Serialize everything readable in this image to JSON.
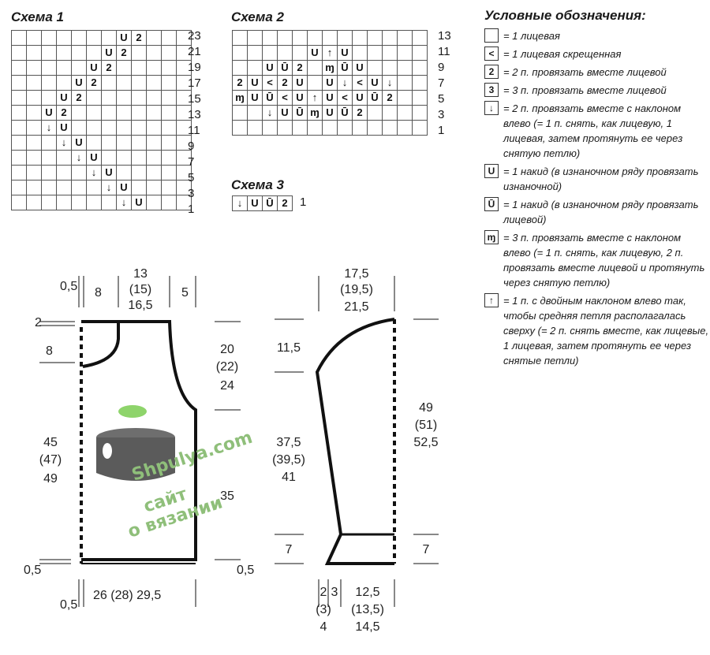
{
  "schema1": {
    "title": "Схема 1",
    "rows": [
      {
        "label": "23",
        "cells": [
          "",
          "",
          "",
          "",
          "",
          "",
          "",
          "U",
          "2v",
          "",
          "",
          ""
        ]
      },
      {
        "label": "21",
        "cells": [
          "",
          "",
          "",
          "",
          "",
          "",
          "U",
          "2v",
          "",
          "",
          "",
          ""
        ]
      },
      {
        "label": "19",
        "cells": [
          "",
          "",
          "",
          "",
          "",
          "U",
          "2v",
          "",
          "",
          "",
          "",
          ""
        ]
      },
      {
        "label": "17",
        "cells": [
          "",
          "",
          "",
          "",
          "U",
          "2v",
          "",
          "",
          "",
          "",
          "",
          ""
        ]
      },
      {
        "label": "15",
        "cells": [
          "",
          "",
          "",
          "U",
          "2v",
          "",
          "",
          "",
          "",
          "",
          "",
          ""
        ]
      },
      {
        "label": "13",
        "cells": [
          "",
          "",
          "U",
          "2v",
          "",
          "",
          "",
          "",
          "",
          "",
          "",
          ""
        ]
      },
      {
        "label": "11",
        "cells": [
          "",
          "",
          "↓",
          "U",
          "",
          "",
          "",
          "",
          "",
          "",
          "",
          ""
        ]
      },
      {
        "label": "9",
        "cells": [
          "",
          "",
          "",
          "↓",
          "U",
          "",
          "",
          "",
          "",
          "",
          "",
          ""
        ]
      },
      {
        "label": "7",
        "cells": [
          "",
          "",
          "",
          "",
          "↓",
          "U",
          "",
          "",
          "",
          "",
          "",
          ""
        ]
      },
      {
        "label": "5",
        "cells": [
          "",
          "",
          "",
          "",
          "",
          "↓",
          "U",
          "",
          "",
          "",
          "",
          ""
        ]
      },
      {
        "label": "3",
        "cells": [
          "",
          "",
          "",
          "",
          "",
          "",
          "↓",
          "U",
          "",
          "",
          "",
          ""
        ]
      },
      {
        "label": "1",
        "cells": [
          "",
          "",
          "",
          "",
          "",
          "",
          "",
          "↓",
          "U",
          "",
          "",
          ""
        ]
      }
    ]
  },
  "schema2": {
    "title": "Схема 2",
    "rows": [
      {
        "label": "13",
        "cells": [
          "",
          "",
          "",
          "",
          "",
          "",
          "",
          "",
          "",
          "",
          "",
          "",
          ""
        ]
      },
      {
        "label": "11",
        "cells": [
          "",
          "",
          "",
          "",
          "",
          "U",
          "↑",
          "U",
          "",
          "",
          "",
          "",
          ""
        ]
      },
      {
        "label": "9",
        "cells": [
          "",
          "",
          "U",
          "Ū",
          "2v",
          "",
          "ɱ",
          "Ū",
          "U",
          "",
          "",
          "",
          ""
        ]
      },
      {
        "label": "7",
        "cells": [
          "2v",
          "U",
          "<",
          "2v",
          "U",
          "",
          "U",
          "↓",
          "<",
          "U",
          "↓",
          "",
          ""
        ]
      },
      {
        "label": "5",
        "cells": [
          "ɱ",
          "U",
          "Ū",
          "<",
          "U",
          "↑",
          "U",
          "<",
          "U",
          "Ū",
          "2v",
          "",
          ""
        ]
      },
      {
        "label": "3",
        "cells": [
          "",
          "",
          "↓",
          "U",
          "Ū",
          "ɱ",
          "U",
          "Ū",
          "2v",
          "",
          "",
          "",
          ""
        ]
      },
      {
        "label": "1",
        "cells": [
          "",
          "",
          "",
          "",
          "",
          "",
          "",
          "",
          "",
          "",
          "",
          "",
          ""
        ]
      }
    ]
  },
  "schema3": {
    "title": "Схема 3",
    "row": {
      "label": "1",
      "cells": [
        "↓",
        "U",
        "Ū",
        "2v"
      ]
    }
  },
  "legend": {
    "title": "Условные обозначения:",
    "items": [
      {
        "sym": " ",
        "text": "= 1 лицевая"
      },
      {
        "sym": "<",
        "text": "= 1 лицевая скрещенная"
      },
      {
        "sym": "2v",
        "text": "= 2 п. провязать вместе лицевой"
      },
      {
        "sym": "3v",
        "text": "= 3 п. провязать вместе лицевой"
      },
      {
        "sym": "↓",
        "text": "= 2 п. провязать вместе с наклоном влево (= 1 п. снять, как лицевую, 1 лицевая, затем протянуть ее через снятую петлю)"
      },
      {
        "sym": "U",
        "text": "= 1 накид (в изнаночном ряду провязать изнаночной)"
      },
      {
        "sym": "Ū",
        "text": "= 1 накид (в изнаночном ряду провязать лицевой)"
      },
      {
        "sym": "ɱ",
        "text": "= 3 п. провязать вместе с наклоном влево (= 1 п. снять, как лицевую, 2 п. провязать вместе лицевой и протянуть через снятую петлю)"
      },
      {
        "sym": "↑",
        "text": "= 1 п. с двойным наклоном влево так, чтобы средняя петля располагалась сверху (= 2 п. снять вместе, как лицевые, 1 лицевая, затем протянуть ее через снятые петли)"
      }
    ]
  },
  "back_pattern": {
    "top_width": [
      "13",
      "(15)",
      "16,5"
    ],
    "shoulder_left": "8",
    "shoulder_right": "5",
    "margin_left_top": "0,5",
    "neck_depth": "2",
    "armhole_drop": "8",
    "armhole_height": [
      "20",
      "(22)",
      "24"
    ],
    "side_height": [
      "45",
      "(47)",
      "49"
    ],
    "lower_right": "35",
    "bottom_margin_left": "0,5",
    "bottom_margin_right": "0,5",
    "bottom_width": "26 (28) 29,5",
    "bottom_left_offset": "0,5"
  },
  "sleeve_pattern": {
    "top_width": [
      "17,5",
      "(19,5)",
      "21,5"
    ],
    "cap_height": "11,5",
    "sleeve_length": [
      "37,5",
      "(39,5)",
      "41"
    ],
    "total_height": [
      "49",
      "(51)",
      "52,5"
    ],
    "cuff_left": "7",
    "cuff_right": "7",
    "bottom_left": [
      "2",
      "(3)",
      "4"
    ],
    "bottom_mid": "3",
    "bottom_width": [
      "12,5",
      "(13,5)",
      "14,5"
    ]
  },
  "watermark": {
    "line1": "Shpulya.com",
    "line2": "сайт",
    "line3": "о вязании"
  }
}
